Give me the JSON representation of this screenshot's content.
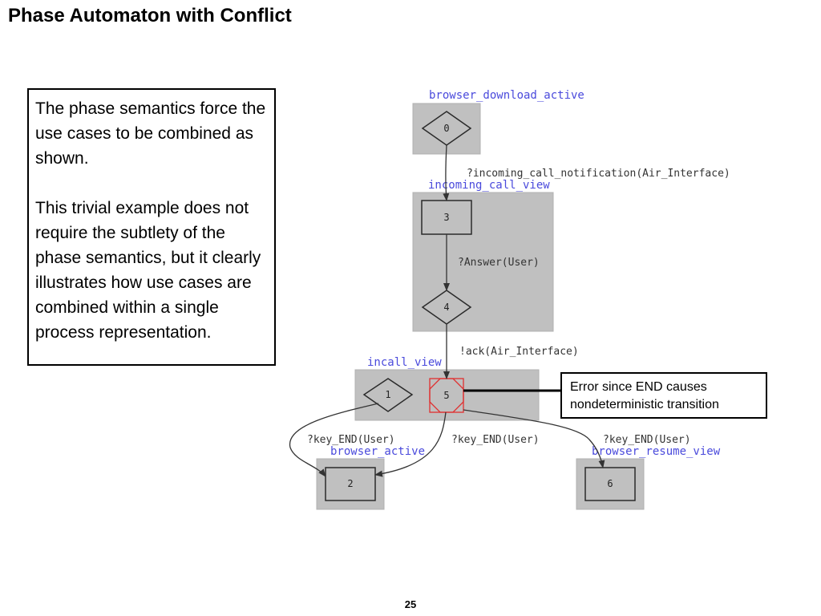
{
  "slide": {
    "title": "Phase Automaton with Conflict",
    "page_number": "25",
    "textbox": {
      "para1": "The phase semantics force the use cases to be combined as shown.",
      "para2": "This trivial example does not require the subtlety of the phase semantics, but it clearly illustrates how use cases are combined within a single process representation."
    },
    "callout": {
      "line1": "Error since END causes",
      "line2": "nondeterministic transition"
    }
  },
  "diagram": {
    "clusters": {
      "browser_download_active": "browser_download_active",
      "incoming_call_view": "incoming_call_view",
      "incall_view": "incall_view",
      "browser_active": "browser_active",
      "browser_resume_view": "browser_resume_view"
    },
    "nodes": {
      "n0": "0",
      "n1": "1",
      "n2": "2",
      "n3": "3",
      "n4": "4",
      "n5": "5",
      "n6": "6"
    },
    "edges": {
      "e0_3": "?incoming_call_notification(Air_Interface)",
      "e3_4": "?Answer(User)",
      "e4_5": "!ack(Air_Interface)",
      "e1_2": "?key_END(User)",
      "e5_2": "?key_END(User)",
      "e5_6": "?key_END(User)"
    },
    "colors": {
      "cluster_fill": "#c0c0c0",
      "cluster_label": "#4a4adc",
      "conflict_node": "#e03030"
    }
  }
}
